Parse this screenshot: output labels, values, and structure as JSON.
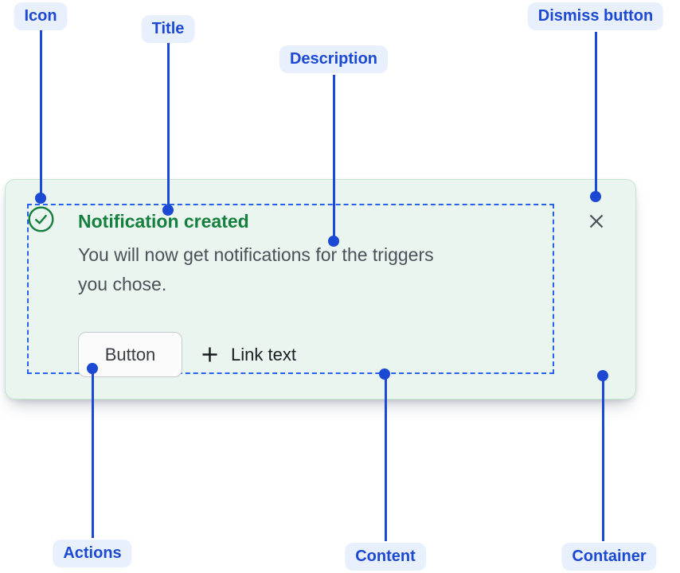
{
  "annotations": {
    "icon": {
      "label": "Icon"
    },
    "title": {
      "label": "Title"
    },
    "description": {
      "label": "Description"
    },
    "dismiss_button": {
      "label": "Dismiss button"
    },
    "actions": {
      "label": "Actions"
    },
    "content": {
      "label": "Content"
    },
    "container": {
      "label": "Container"
    }
  },
  "notification": {
    "icon": "check-circle-icon",
    "title": "Notification created",
    "description_lines": [
      "You will now get notifications for the triggers",
      "you chose."
    ],
    "actions": {
      "button_label": "Button",
      "link_icon": "plus-icon",
      "link_label": "Link text"
    },
    "dismiss_icon": "close-icon"
  },
  "colors": {
    "annotation_blue": "#1C49D3",
    "pill_bg": "#E9F0FD",
    "outline_blue": "#2563EB",
    "success_green": "#15803D",
    "card_bg": "#E9F5EE",
    "card_border": "#C4E6D0",
    "text_gray": "#4A5158",
    "text_dark": "#1A1E23"
  }
}
